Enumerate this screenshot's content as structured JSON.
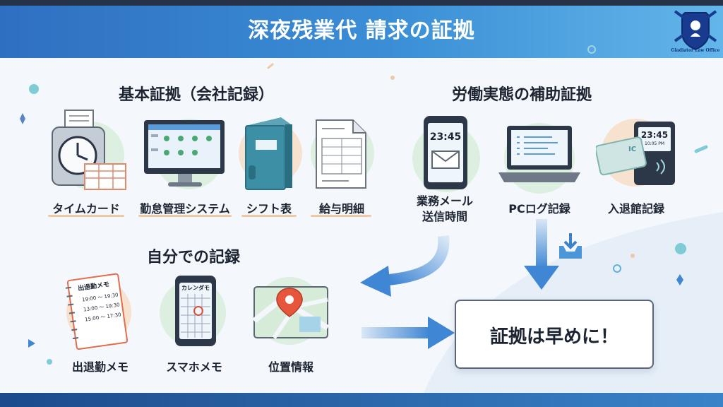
{
  "header": {
    "title": "深夜残業代 請求の証拠"
  },
  "logo": {
    "text": "Gladiator Law Office"
  },
  "sections": {
    "basic": "基本証拠（会社記録）",
    "support": "労働実態の補助証拠",
    "self": "自分での記録"
  },
  "items": {
    "timecard": "タイムカード",
    "attendance_system": "勤怠管理システム",
    "shift": "シフト表",
    "payslip": "給与明細",
    "email_line1": "業務メール",
    "email_line2": "送信時間",
    "pclog": "PCログ記録",
    "entry": "入退館記録",
    "memo": "出退勤メモ",
    "smartphone_memo": "スマホメモ",
    "location": "位置情報"
  },
  "art_text": {
    "phone_time": "23:45",
    "reader_time": "23:45",
    "reader_date": "10:05 PM",
    "ic": "IC",
    "memo_title": "出退勤メモ",
    "memo_lines": [
      "19:00 ～ 19:30",
      "13:00 ～ 19:30",
      "15:00 ～ 17:30"
    ],
    "calendar_title": "カレンダモ"
  },
  "callout": {
    "text": "証拠は早めに！"
  },
  "colors": {
    "header_start": "#2f6fc1",
    "header_end": "#63b6e9",
    "arrow": "#3f86d4",
    "accent_peach": "#f7d9bf",
    "accent_green": "#d5efd9"
  }
}
